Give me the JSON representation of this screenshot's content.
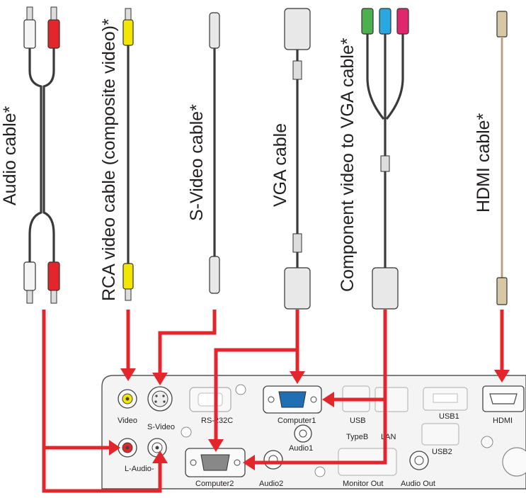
{
  "cables": [
    {
      "id": "audio",
      "label": "Audio cable*"
    },
    {
      "id": "rca",
      "label": "RCA video cable (composite video)*"
    },
    {
      "id": "svideo",
      "label": "S-Video cable*"
    },
    {
      "id": "vga",
      "label": "VGA cable"
    },
    {
      "id": "component",
      "label": "Component video to VGA cable*"
    },
    {
      "id": "hdmi",
      "label": "HDMI cable*"
    }
  ],
  "ports": {
    "video": "Video",
    "svideo": "S-Video",
    "rs232c": "RS-232C",
    "computer1": "Computer1",
    "usb_typeb_1": "USB",
    "usb_typeb_2": "TypeB",
    "lan": "LAN",
    "usb1": "USB1",
    "usb2": "USB2",
    "hdmi": "HDMI",
    "l_audio_r": "L-Audio-",
    "computer2": "Computer2",
    "audio2": "Audio2",
    "audio1": "Audio1",
    "monitor_out": "Monitor Out",
    "audio_out": "Audio Out"
  },
  "colors": {
    "arrow": "#e2262c",
    "rca_red": "#e2262c",
    "rca_white": "#f4f4f4",
    "rca_yellow": "#f3e600",
    "component_green": "#4caf50",
    "component_blue": "#29a8e0",
    "component_red": "#e2266e",
    "vga_port_blue": "#1f6fb2",
    "hdmi_tan": "#d8c7a5"
  }
}
